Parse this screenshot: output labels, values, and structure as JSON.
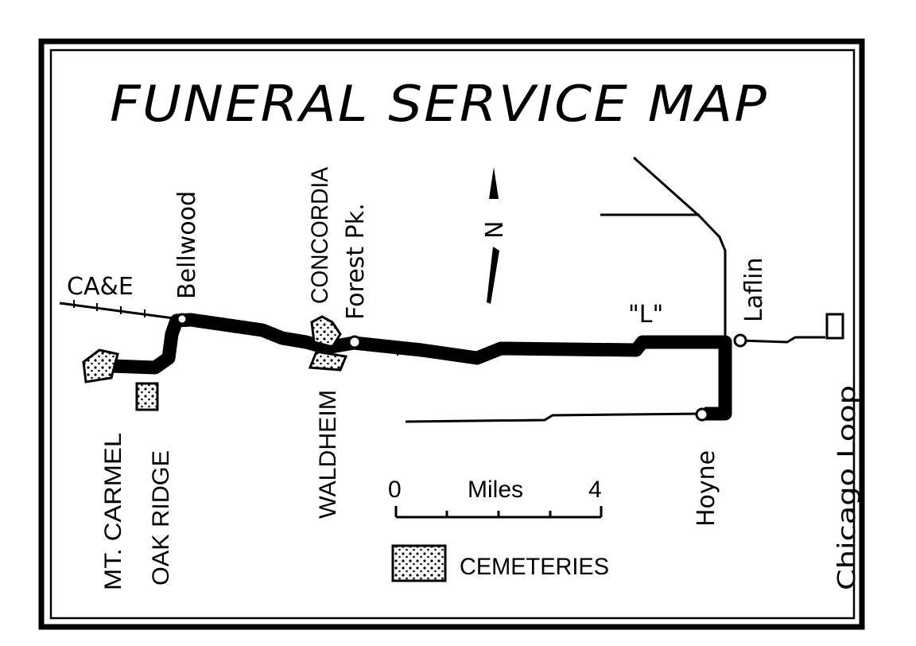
{
  "title": "FUNERAL SERVICE MAP",
  "colors": {
    "ink": "#000000",
    "paper": "#ffffff"
  },
  "north_arrow": {
    "label": "N",
    "icon": "north-arrow-icon"
  },
  "railways": {
    "cae": "CA&E",
    "elevated": "\"L\""
  },
  "stations": {
    "bellwood": "Bellwood",
    "forest_park": "Forest Pk.",
    "laflin": "Laflin",
    "hoyne": "Hoyne",
    "chicago_loop": "Chicago Loop"
  },
  "cemeteries": {
    "mt_carmel": "MT. CARMEL",
    "oak_ridge": "OAK RIDGE",
    "concordia": "CONCORDIA",
    "waldheim": "WALDHEIM"
  },
  "scale": {
    "start": "0",
    "unit": "Miles",
    "end": "4"
  },
  "legend": {
    "cemeteries": "CEMETERIES"
  }
}
